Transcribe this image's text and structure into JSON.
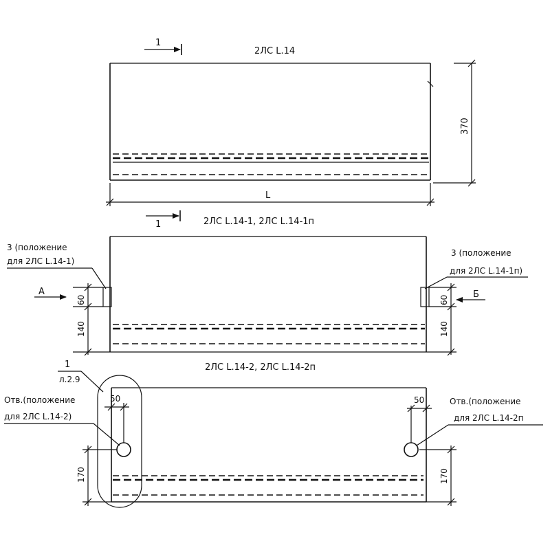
{
  "view_top": {
    "title": "2ЛС L.14",
    "section_mark": "1",
    "dim_height": "370",
    "dim_length": "L"
  },
  "view_middle": {
    "title": "2ЛС L.14-1, 2ЛС L.14-1п",
    "section_mark": "1",
    "callout_left_line1": "3 (положение",
    "callout_left_line2": "для 2ЛС L.14-1)",
    "callout_right_line1": "3 (положение",
    "callout_right_line2": "для 2ЛС L.14-1п)",
    "arrow_left": "А",
    "arrow_right": "Б",
    "dim_left_upper": "60",
    "dim_left_lower": "140",
    "dim_right_upper": "60",
    "dim_right_lower": "140"
  },
  "view_bottom": {
    "title": "2ЛС L.14-2, 2ЛС L.14-2п",
    "detail_mark": "1",
    "detail_sheet": "л.2.9",
    "hole_left_line1": "Отв.(положение",
    "hole_left_line2": "для 2ЛС L.14-2)",
    "hole_right_line1": "Отв.(положение",
    "hole_right_line2": "для 2ЛС L.14-2п",
    "dim_left_offset": "50",
    "dim_right_offset": "50",
    "dim_left_height": "170",
    "dim_right_height": "170"
  }
}
